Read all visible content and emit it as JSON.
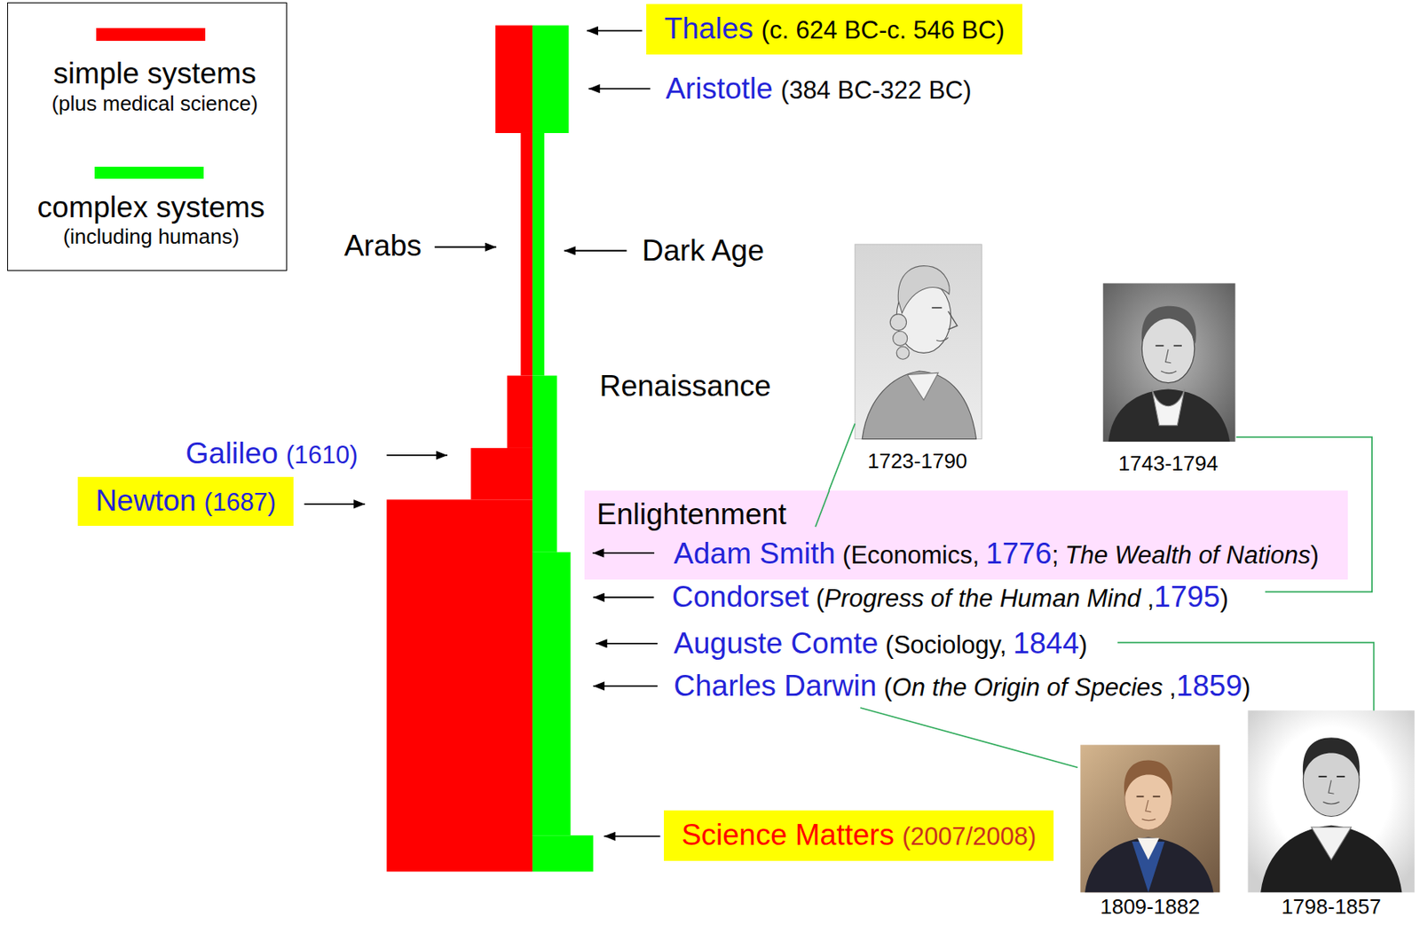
{
  "diagram": {
    "nodes": [
      {
        "text": [
          "Thales",
          "(c. 624 BC-c. 546 BC)"
        ]
      },
      {
        "text": [
          "Newton",
          "(1687)"
        ]
      },
      {
        "text": [
          "Enlightenment",
          "Adam Smith",
          "(Economics,",
          "1776",
          ";",
          "The Wealth of Nations",
          ")"
        ]
      },
      {
        "text": [
          "Science Matters",
          "(2007/2008)"
        ]
      }
    ],
    "labels": [
      "(plus medical science)",
      "(including humans)",
      "Aristotle",
      "(384 BC-322 BC)",
      "Arabs",
      "Dark Age",
      "Renaissance",
      "Galileo",
      "(1610)",
      "1723-1790",
      "1743-1794",
      "Condorset",
      "(",
      "Progress of the Human Mind",
      ",",
      "1795",
      ")",
      "Auguste Comte",
      "(Sociology,",
      "1844",
      ")",
      "Charles Darwin",
      "(",
      "On the Origin of Species",
      ",",
      "1859",
      ")",
      "1809-1882",
      "1798-1857"
    ],
    "legend": [
      {
        "text": "simple systems",
        "color": "#ff0000"
      },
      {
        "text": "complex systems",
        "color": "#00ff00"
      }
    ]
  }
}
